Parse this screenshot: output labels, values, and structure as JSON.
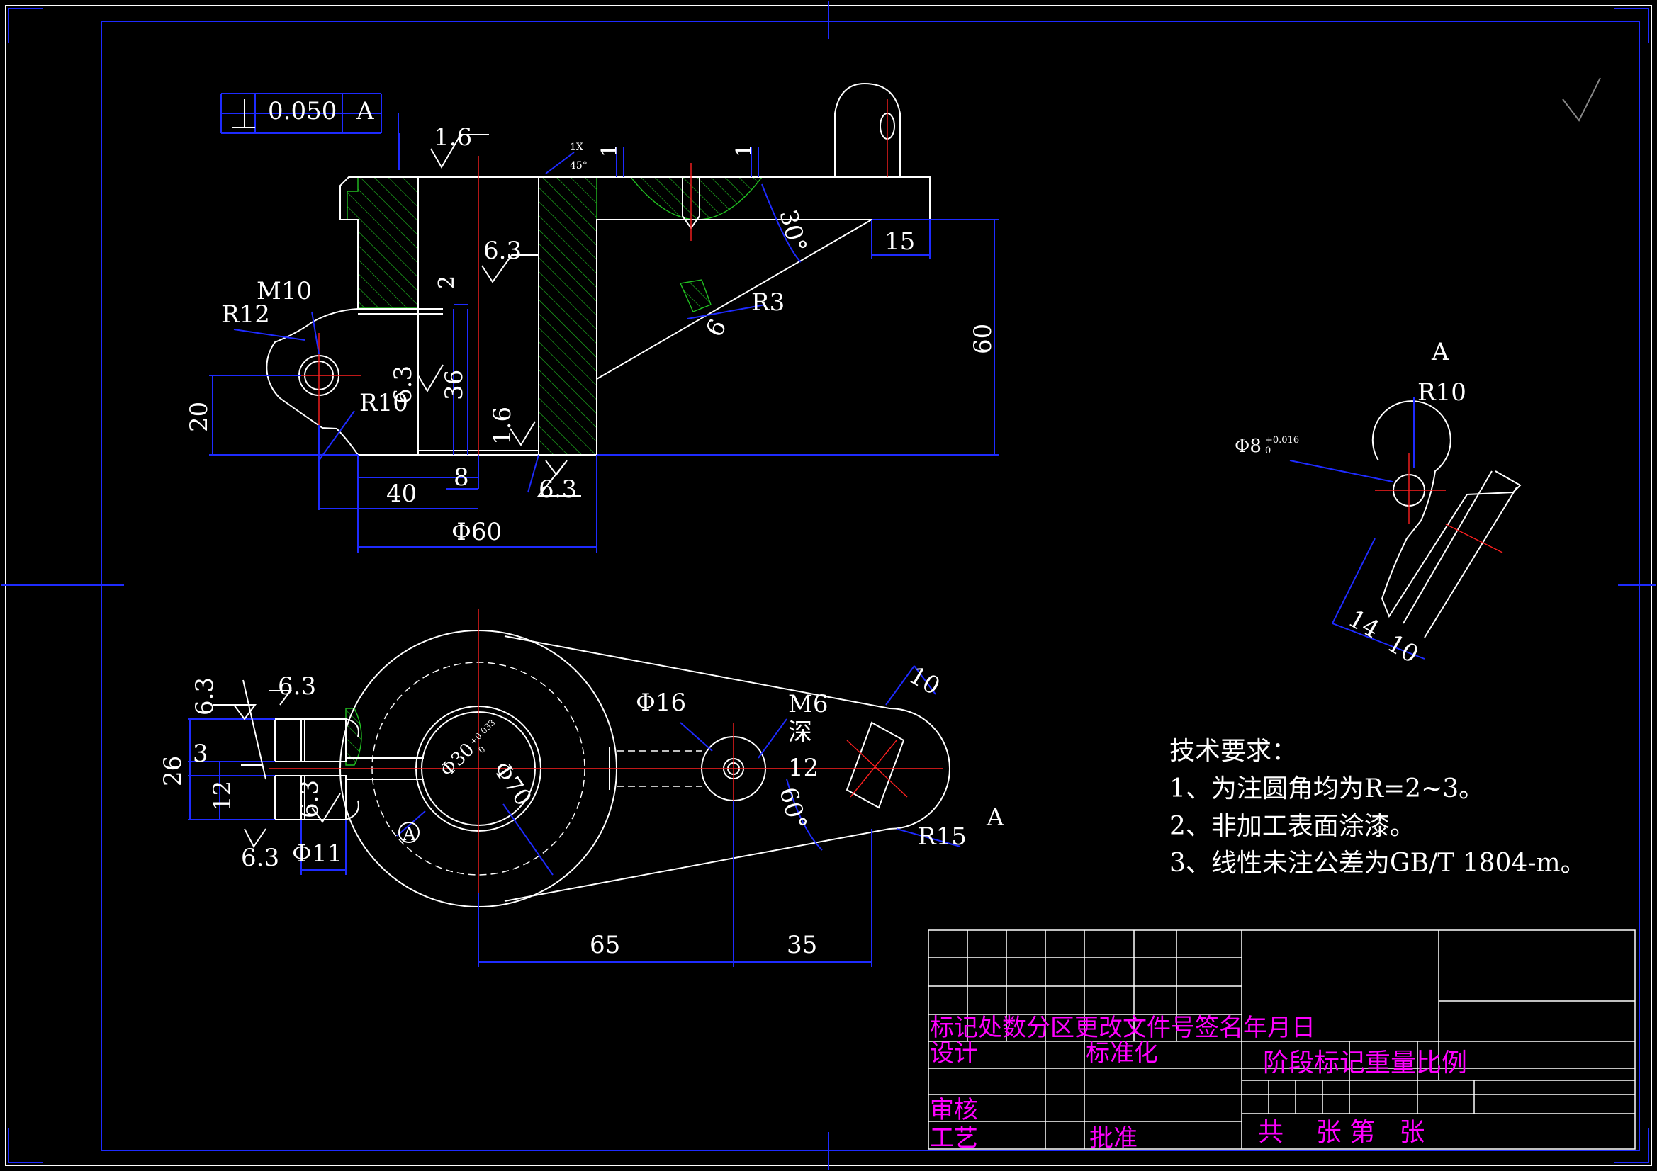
{
  "colors": {
    "background": "#000000",
    "outline": "#ffffff",
    "dimension": "#1e2bff",
    "center": "#ff2020",
    "hatch": "#22c022",
    "titleblock_text": "#ff00ff"
  },
  "top_view": {
    "tolerance": {
      "symbol": "⊥",
      "value": "0.050",
      "datum": "A"
    },
    "roughness_top": "1.6",
    "chamfer_top": "1X",
    "chamfer_bottom": "45°",
    "dim_1_left": "1",
    "dim_1_right": "1",
    "angle_30": "30°",
    "dim_15": "15",
    "dim_60": "60",
    "roughness_63_a": "6.3",
    "dim_2": "2",
    "m10": "M10",
    "r12": "R12",
    "r3": "R3",
    "dim_6": "6",
    "roughness_63_b": "6.3",
    "dim_36": "36",
    "r10": "R10",
    "roughness_16_b": "1.6",
    "dim_20": "20",
    "dim_40": "40",
    "dim_8": "8",
    "roughness_63_c": "6.3",
    "phi60": "Φ60"
  },
  "view_a": {
    "label": "A",
    "r10": "R10",
    "phi8": "Φ8",
    "phi8_tol_up": "+0.016",
    "phi8_tol_low": "0",
    "dim_14": "14",
    "dim_10": "10"
  },
  "bottom_view": {
    "roughness_left": "6.3",
    "roughness_top": "6.3",
    "dim_3": "3",
    "dim_26": "26",
    "dim_12": "12",
    "roughness_mid": "6.3",
    "roughness_bottom": "6.3",
    "phi11": "Φ11",
    "phi16": "Φ16",
    "m6": "M6",
    "deep": "深",
    "deep_12": "12",
    "angle_60": "60°",
    "phi30": "Φ30",
    "phi30_tol_up": "+0.033",
    "phi30_tol_low": "0",
    "phi70": "Φ70",
    "label_a_circle": "A",
    "dim_10": "10",
    "r15": "R15",
    "arrow_a": "A",
    "dim_65": "65",
    "dim_35": "35"
  },
  "tech_requirements": {
    "title": "技术要求：",
    "items": [
      "1、为注圆角均为R=2~3。",
      "2、非加工表面涂漆。",
      "3、线性未注公差为GB/T 1804-m。"
    ]
  },
  "title_block": {
    "row_headers": "标记处数分区更改文件号签名年月日",
    "design": "设计",
    "standardize": "标准化",
    "stage_weight_ratio": "阶段标记重量比例",
    "review": "审核",
    "process": "工艺",
    "approve": "批准",
    "sheets": "共    张 第   张"
  },
  "corner_mark": "√"
}
